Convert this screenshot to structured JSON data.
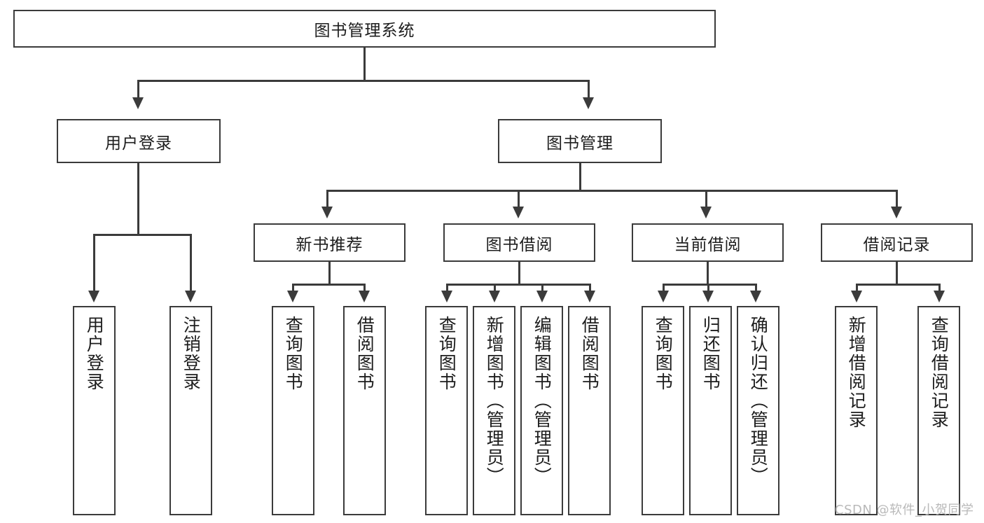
{
  "diagram": {
    "type": "tree",
    "title": "图书管理系统",
    "watermark": "CSDN @软件_小贺同学",
    "colors": {
      "stroke": "#3b3b3b",
      "fill": "#ffffff",
      "text": "#1d1d1d",
      "watermark": "#b9b9b9"
    },
    "root": {
      "label": "图书管理系统"
    },
    "level2": [
      {
        "label": "用户登录"
      },
      {
        "label": "图书管理"
      }
    ],
    "level3": [
      {
        "label": "新书推荐"
      },
      {
        "label": "图书借阅"
      },
      {
        "label": "当前借阅"
      },
      {
        "label": "借阅记录"
      }
    ],
    "leaves": [
      {
        "label": "用户登录",
        "parent": "用户登录"
      },
      {
        "label": "注销登录",
        "parent": "用户登录"
      },
      {
        "label": "查询图书",
        "parent": "新书推荐"
      },
      {
        "label": "借阅图书",
        "parent": "新书推荐"
      },
      {
        "label": "查询图书",
        "parent": "图书借阅"
      },
      {
        "label": "新增图书（管理员）",
        "parent": "图书借阅"
      },
      {
        "label": "编辑图书（管理员）",
        "parent": "图书借阅"
      },
      {
        "label": "借阅图书",
        "parent": "图书借阅"
      },
      {
        "label": "查询图书",
        "parent": "当前借阅"
      },
      {
        "label": "归还图书",
        "parent": "当前借阅"
      },
      {
        "label": "确认归还（管理员）",
        "parent": "当前借阅"
      },
      {
        "label": "新增借阅记录",
        "parent": "借阅记录"
      },
      {
        "label": "查询借阅记录",
        "parent": "借阅记录"
      }
    ]
  }
}
